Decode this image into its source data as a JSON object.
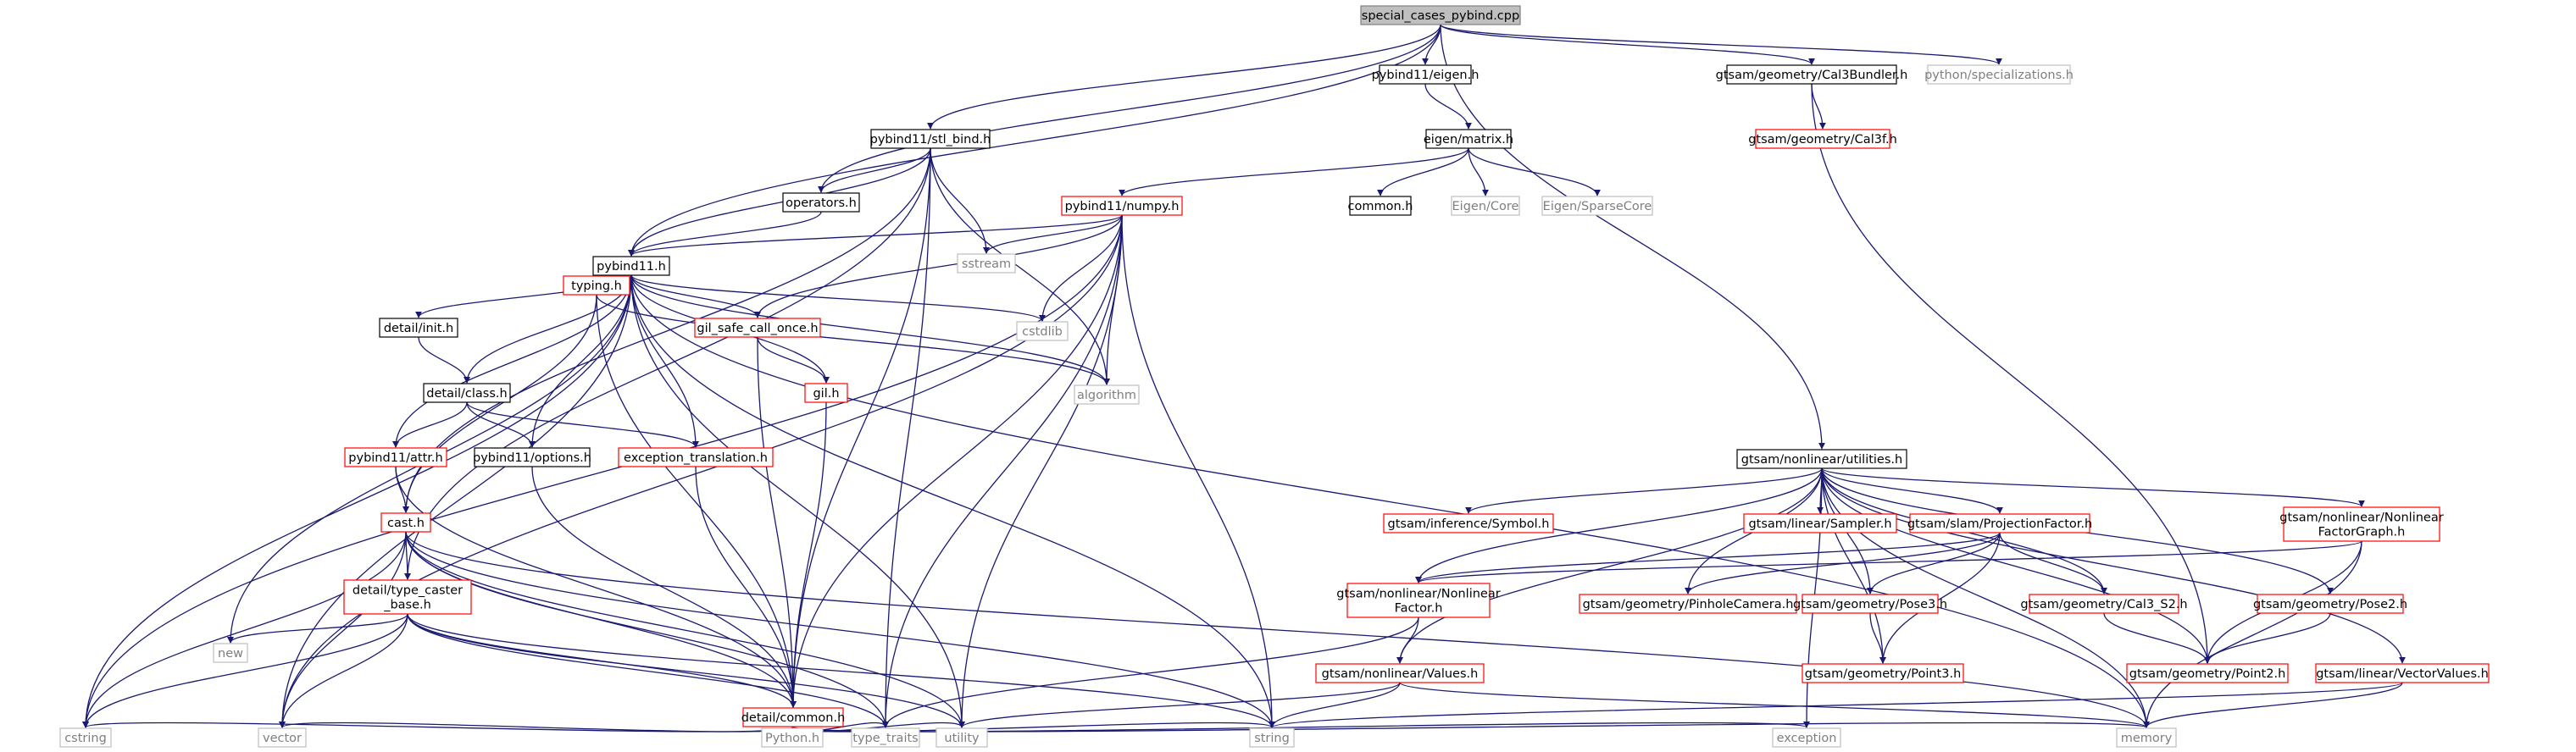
{
  "nodes": [
    {
      "id": "special_cases",
      "label": "special_cases_pybind.cpp",
      "kind": "root"
    },
    {
      "id": "pybind11_eigen",
      "label": "pybind11/eigen.h",
      "kind": "black"
    },
    {
      "id": "gtsam_cal3bundler",
      "label": "gtsam/geometry/Cal3Bundler.h",
      "kind": "black"
    },
    {
      "id": "python_specializations",
      "label": "python/specializations.h",
      "kind": "grey"
    },
    {
      "id": "gtsam_cal3f",
      "label": "gtsam/geometry/Cal3f.h",
      "kind": "red"
    },
    {
      "id": "eigen_matrix",
      "label": "eigen/matrix.h",
      "kind": "black"
    },
    {
      "id": "stl_bind",
      "label": "pybind11/stl_bind.h",
      "kind": "black"
    },
    {
      "id": "operators",
      "label": "operators.h",
      "kind": "black"
    },
    {
      "id": "numpy",
      "label": "pybind11/numpy.h",
      "kind": "red"
    },
    {
      "id": "common_h",
      "label": "common.h",
      "kind": "black"
    },
    {
      "id": "eigen_core",
      "label": "Eigen/Core",
      "kind": "grey"
    },
    {
      "id": "eigen_sparse",
      "label": "Eigen/SparseCore",
      "kind": "grey"
    },
    {
      "id": "sstream",
      "label": "sstream",
      "kind": "grey"
    },
    {
      "id": "pybind11_h",
      "label": "pybind11.h",
      "kind": "black"
    },
    {
      "id": "cstdlib",
      "label": "cstdlib",
      "kind": "grey"
    },
    {
      "id": "detail_init",
      "label": "detail/init.h",
      "kind": "black"
    },
    {
      "id": "typing",
      "label": "typing.h",
      "kind": "red"
    },
    {
      "id": "gil_safe",
      "label": "gil_safe_call_once.h",
      "kind": "red"
    },
    {
      "id": "algorithm",
      "label": "algorithm",
      "kind": "grey"
    },
    {
      "id": "gil_h",
      "label": "gil.h",
      "kind": "red"
    },
    {
      "id": "detail_class",
      "label": "detail/class.h",
      "kind": "black"
    },
    {
      "id": "attr",
      "label": "pybind11/attr.h",
      "kind": "red"
    },
    {
      "id": "options",
      "label": "pybind11/options.h",
      "kind": "black"
    },
    {
      "id": "exc_trans",
      "label": "exception_translation.h",
      "kind": "red"
    },
    {
      "id": "cast",
      "label": "cast.h",
      "kind": "red"
    },
    {
      "id": "type_caster",
      "label": [
        "detail/type_caster",
        "_base.h"
      ],
      "kind": "red"
    },
    {
      "id": "new_h",
      "label": "new",
      "kind": "grey"
    },
    {
      "id": "detail_common",
      "label": "detail/common.h",
      "kind": "red"
    },
    {
      "id": "cstring",
      "label": "cstring",
      "kind": "grey"
    },
    {
      "id": "vector",
      "label": "vector",
      "kind": "grey"
    },
    {
      "id": "python_h",
      "label": "Python.h",
      "kind": "grey"
    },
    {
      "id": "type_traits",
      "label": "type_traits",
      "kind": "grey"
    },
    {
      "id": "utility",
      "label": "utility",
      "kind": "grey"
    },
    {
      "id": "string",
      "label": "string",
      "kind": "grey"
    },
    {
      "id": "exception",
      "label": "exception",
      "kind": "grey"
    },
    {
      "id": "memory",
      "label": "memory",
      "kind": "grey"
    },
    {
      "id": "utilities",
      "label": "gtsam/nonlinear/utilities.h",
      "kind": "black"
    },
    {
      "id": "symbol",
      "label": "gtsam/inference/Symbol.h",
      "kind": "red"
    },
    {
      "id": "sampler",
      "label": "gtsam/linear/Sampler.h",
      "kind": "red"
    },
    {
      "id": "projfactor",
      "label": "gtsam/slam/ProjectionFactor.h",
      "kind": "red"
    },
    {
      "id": "nlfg",
      "label": [
        "gtsam/nonlinear/Nonlinear",
        "FactorGraph.h"
      ],
      "kind": "red"
    },
    {
      "id": "nlfactor",
      "label": [
        "gtsam/nonlinear/Nonlinear",
        "Factor.h"
      ],
      "kind": "red"
    },
    {
      "id": "pinhole",
      "label": "gtsam/geometry/PinholeCamera.h",
      "kind": "red"
    },
    {
      "id": "pose3",
      "label": "gtsam/geometry/Pose3.h",
      "kind": "red"
    },
    {
      "id": "cal3s2",
      "label": "gtsam/geometry/Cal3_S2.h",
      "kind": "red"
    },
    {
      "id": "pose2",
      "label": "gtsam/geometry/Pose2.h",
      "kind": "red"
    },
    {
      "id": "values",
      "label": "gtsam/nonlinear/Values.h",
      "kind": "red"
    },
    {
      "id": "point3",
      "label": "gtsam/geometry/Point3.h",
      "kind": "red"
    },
    {
      "id": "point2",
      "label": "gtsam/geometry/Point2.h",
      "kind": "red"
    },
    {
      "id": "vectorvalues",
      "label": "gtsam/linear/VectorValues.h",
      "kind": "red"
    }
  ],
  "edges": [
    [
      "special_cases",
      "pybind11_eigen"
    ],
    [
      "special_cases",
      "gtsam_cal3bundler"
    ],
    [
      "special_cases",
      "python_specializations"
    ],
    [
      "special_cases",
      "stl_bind"
    ],
    [
      "special_cases",
      "operators"
    ],
    [
      "special_cases",
      "pybind11_h"
    ],
    [
      "special_cases",
      "utilities"
    ],
    [
      "pybind11_eigen",
      "eigen_matrix"
    ],
    [
      "gtsam_cal3bundler",
      "gtsam_cal3f"
    ],
    [
      "gtsam_cal3bundler",
      "point2"
    ],
    [
      "eigen_matrix",
      "numpy"
    ],
    [
      "eigen_matrix",
      "common_h"
    ],
    [
      "eigen_matrix",
      "eigen_core"
    ],
    [
      "eigen_matrix",
      "eigen_sparse"
    ],
    [
      "stl_bind",
      "operators"
    ],
    [
      "stl_bind",
      "pybind11_h"
    ],
    [
      "stl_bind",
      "sstream"
    ],
    [
      "stl_bind",
      "algorithm"
    ],
    [
      "stl_bind",
      "detail_common"
    ],
    [
      "stl_bind",
      "type_traits"
    ],
    [
      "stl_bind",
      "type_caster"
    ],
    [
      "stl_bind",
      "cast"
    ],
    [
      "operators",
      "pybind11_h"
    ],
    [
      "numpy",
      "pybind11_h"
    ],
    [
      "numpy",
      "sstream"
    ],
    [
      "numpy",
      "cstdlib"
    ],
    [
      "numpy",
      "gil_safe"
    ],
    [
      "numpy",
      "algorithm"
    ],
    [
      "numpy",
      "detail_common"
    ],
    [
      "numpy",
      "type_traits"
    ],
    [
      "numpy",
      "utility"
    ],
    [
      "numpy",
      "string"
    ],
    [
      "numpy",
      "vector"
    ],
    [
      "numpy",
      "cstring"
    ],
    [
      "pybind11_h",
      "detail_init"
    ],
    [
      "pybind11_h",
      "typing"
    ],
    [
      "pybind11_h",
      "gil_safe"
    ],
    [
      "pybind11_h",
      "cstdlib"
    ],
    [
      "pybind11_h",
      "gil_h"
    ],
    [
      "pybind11_h",
      "detail_class"
    ],
    [
      "pybind11_h",
      "attr"
    ],
    [
      "pybind11_h",
      "options"
    ],
    [
      "pybind11_h",
      "exc_trans"
    ],
    [
      "pybind11_h",
      "new_h"
    ],
    [
      "pybind11_h",
      "cstring"
    ],
    [
      "pybind11_h",
      "vector"
    ],
    [
      "pybind11_h",
      "string"
    ],
    [
      "pybind11_h",
      "utility"
    ],
    [
      "pybind11_h",
      "memory"
    ],
    [
      "pybind11_h",
      "algorithm"
    ],
    [
      "detail_init",
      "detail_class"
    ],
    [
      "typing",
      "cast"
    ],
    [
      "typing",
      "algorithm"
    ],
    [
      "typing",
      "detail_common"
    ],
    [
      "gil_safe",
      "gil_h"
    ],
    [
      "gil_safe",
      "detail_common"
    ],
    [
      "gil_h",
      "detail_common"
    ],
    [
      "detail_class",
      "attr"
    ],
    [
      "detail_class",
      "options"
    ],
    [
      "detail_class",
      "exc_trans"
    ],
    [
      "attr",
      "cast"
    ],
    [
      "attr",
      "detail_common"
    ],
    [
      "options",
      "detail_common"
    ],
    [
      "exc_trans",
      "detail_common"
    ],
    [
      "cast",
      "type_caster"
    ],
    [
      "cast",
      "detail_common"
    ],
    [
      "cast",
      "cstring"
    ],
    [
      "cast",
      "vector"
    ],
    [
      "cast",
      "type_traits"
    ],
    [
      "cast",
      "utility"
    ],
    [
      "cast",
      "string"
    ],
    [
      "cast",
      "memory"
    ],
    [
      "type_caster",
      "new_h"
    ],
    [
      "type_caster",
      "detail_common"
    ],
    [
      "type_caster",
      "cstring"
    ],
    [
      "type_caster",
      "vector"
    ],
    [
      "type_caster",
      "type_traits"
    ],
    [
      "type_caster",
      "utility"
    ],
    [
      "type_caster",
      "string"
    ],
    [
      "detail_common",
      "python_h"
    ],
    [
      "detail_common",
      "type_traits"
    ],
    [
      "detail_common",
      "cstring"
    ],
    [
      "detail_common",
      "vector"
    ],
    [
      "detail_common",
      "utility"
    ],
    [
      "detail_common",
      "string"
    ],
    [
      "detail_common",
      "exception"
    ],
    [
      "detail_common",
      "memory"
    ],
    [
      "utilities",
      "symbol"
    ],
    [
      "utilities",
      "sampler"
    ],
    [
      "utilities",
      "projfactor"
    ],
    [
      "utilities",
      "nlfg"
    ],
    [
      "utilities",
      "nlfactor"
    ],
    [
      "utilities",
      "pinhole"
    ],
    [
      "utilities",
      "pose3"
    ],
    [
      "utilities",
      "cal3s2"
    ],
    [
      "utilities",
      "pose2"
    ],
    [
      "utilities",
      "values"
    ],
    [
      "utilities",
      "point3"
    ],
    [
      "utilities",
      "point2"
    ],
    [
      "utilities",
      "vectorvalues"
    ],
    [
      "utilities",
      "exception"
    ],
    [
      "utilities",
      "memory"
    ],
    [
      "projfactor",
      "nlfactor"
    ],
    [
      "projfactor",
      "pinhole"
    ],
    [
      "projfactor",
      "pose3"
    ],
    [
      "projfactor",
      "cal3s2"
    ],
    [
      "projfactor",
      "point3"
    ],
    [
      "nlfg",
      "nlfactor"
    ],
    [
      "nlfg",
      "point2"
    ],
    [
      "nlfg",
      "memory"
    ],
    [
      "nlfactor",
      "values"
    ],
    [
      "nlfactor",
      "type_traits"
    ],
    [
      "pose3",
      "point3"
    ],
    [
      "cal3s2",
      "point2"
    ],
    [
      "pose2",
      "point2"
    ],
    [
      "values",
      "string"
    ],
    [
      "values",
      "utility"
    ],
    [
      "values",
      "memory"
    ],
    [
      "vectorvalues",
      "string"
    ],
    [
      "vectorvalues",
      "memory"
    ]
  ],
  "colors": {
    "edge": "#191970",
    "black_border": "#000000",
    "red_border": "#ff0000",
    "grey_border": "#bfbfbf",
    "grey_text": "#7f7f7f",
    "root_fill": "#bfbfbf"
  }
}
